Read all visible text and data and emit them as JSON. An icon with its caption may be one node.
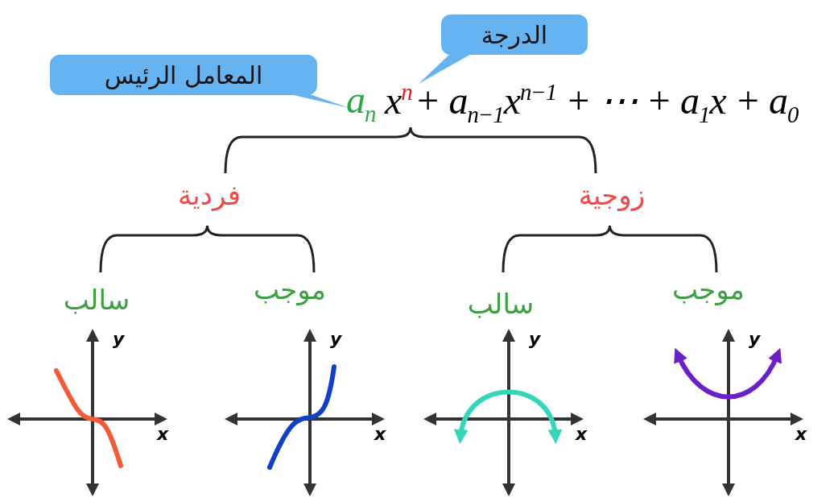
{
  "diagram": {
    "nodes": [
      {
        "text": [
          "الدرجة"
        ]
      },
      {
        "text": [
          "المعامل الرئيس"
        ]
      }
    ],
    "labels": [
      "a$_{n}$",
      "x$^{n}$",
      "+ a$_{n−1}$x$^{n−1}$ + ⋯ + a$_{1}$x + a$_{0}$",
      "فردية",
      "زوجية",
      "سالب",
      "موجب",
      "سالب",
      "موجب",
      "y",
      "x",
      "y",
      "x",
      "y",
      "x",
      "y",
      "x"
    ]
  }
}
